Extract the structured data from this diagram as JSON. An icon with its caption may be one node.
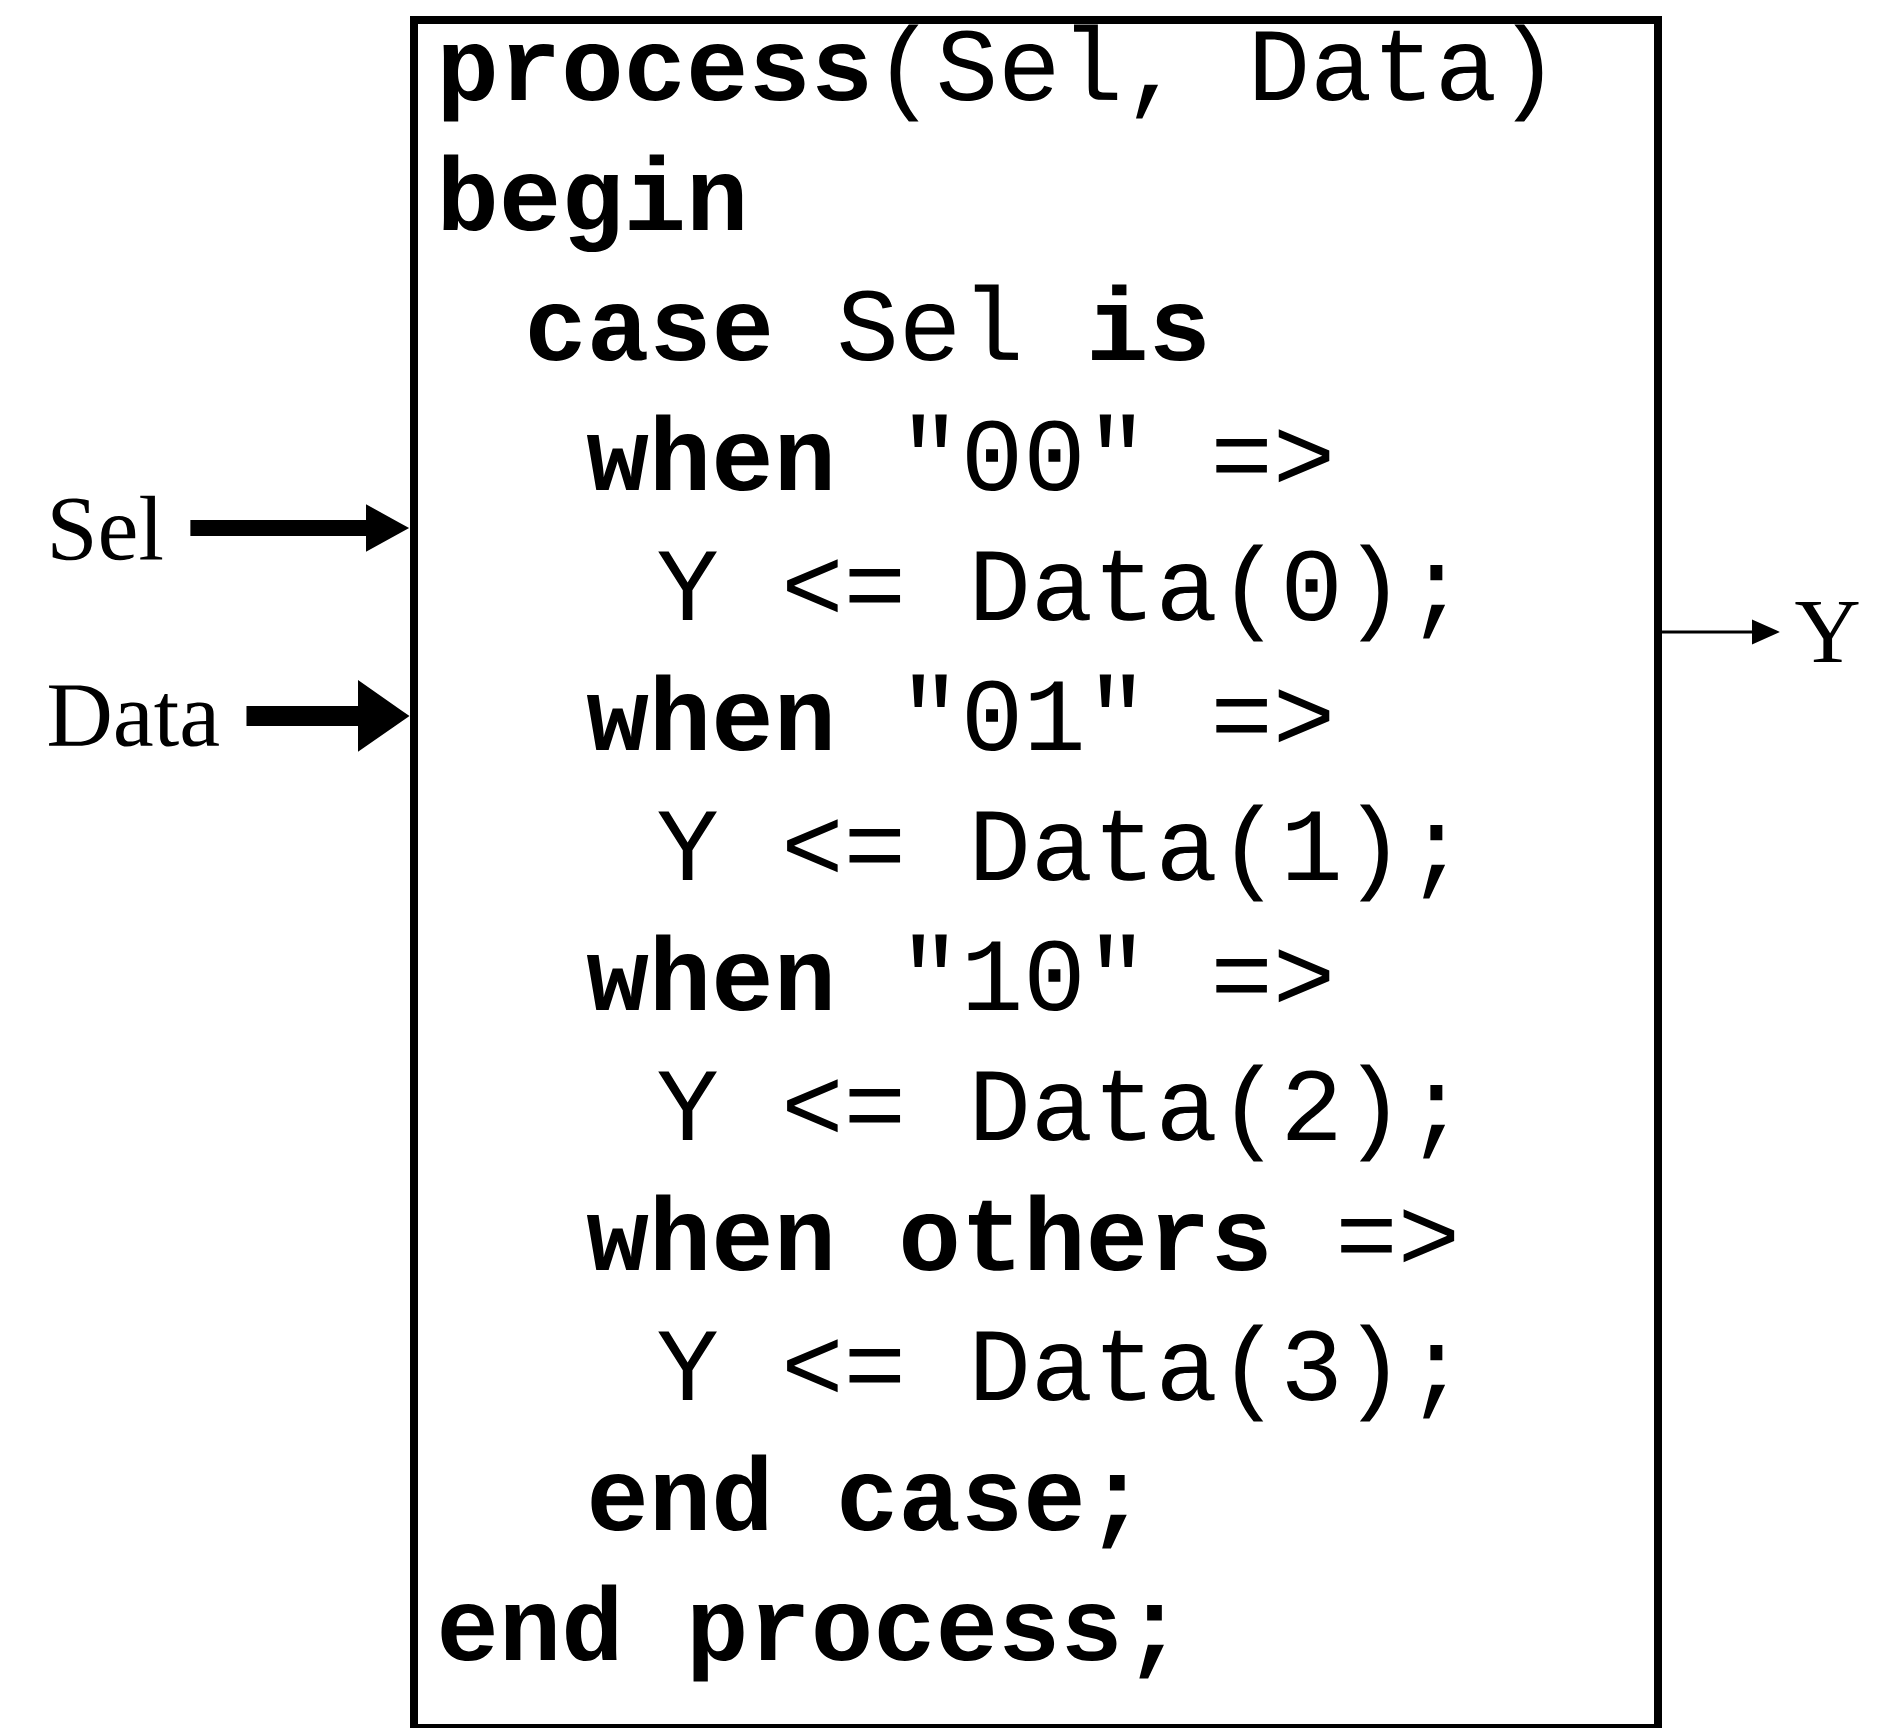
{
  "diagram": {
    "nodes": [
      {
        "text": [
          "**process**(Sel, Data)",
          "begin",
          "**case** Sel **is**",
          "**when** \"00\" =>",
          "Y <= Data(0);",
          "**when** \"01\" =>",
          "Y <= Data(1);",
          "**when** \"10\" =>",
          "Y <= Data(2);",
          "**when others** =>",
          "Y <= Data(3);",
          "end case;",
          "end process;"
        ]
      },
      {
        "text": [
          "Sel"
        ]
      },
      {
        "text": [
          "Data"
        ]
      },
      {
        "text": [
          "Y"
        ]
      }
    ],
    "edges": [
      {
        "from": 1,
        "to": 0,
        "arrow": "to"
      },
      {
        "from": 2,
        "to": 0,
        "arrow": "to"
      },
      {
        "from": 0,
        "to": 3,
        "arrow": "to"
      }
    ]
  }
}
